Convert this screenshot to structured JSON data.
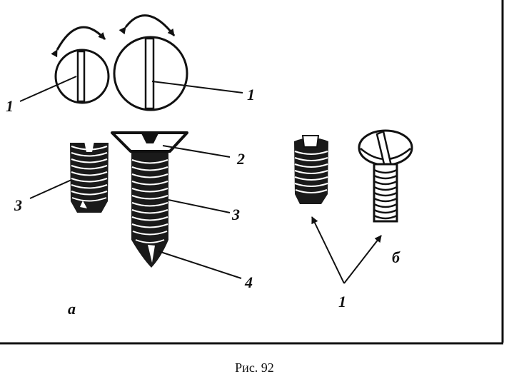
{
  "labels": {
    "slot_small": "1",
    "slot_large": "1",
    "countersunk_head": "2",
    "thread_left": "3",
    "thread_right": "3",
    "point": "4",
    "part_a": "а",
    "part_b": "б",
    "slot_pointer": "1"
  },
  "caption": "Рис. 92"
}
